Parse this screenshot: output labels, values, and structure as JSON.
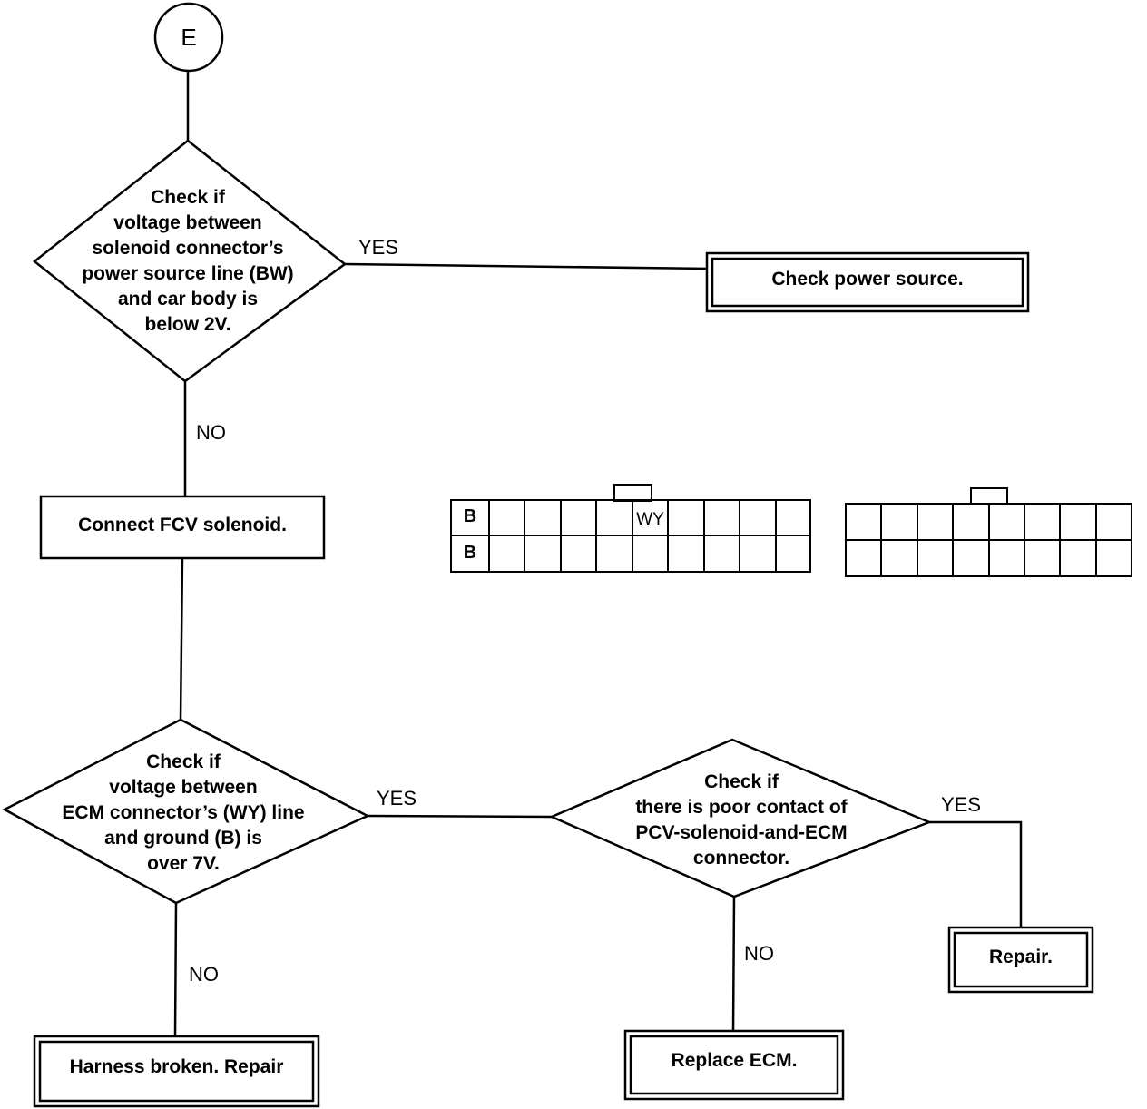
{
  "start": {
    "label": "E"
  },
  "decision_1": {
    "lines": [
      "Check if",
      "voltage between",
      "solenoid connector’s",
      "power source line (BW)",
      "and car body is",
      "below 2V."
    ],
    "yes_label": "YES",
    "no_label": "NO"
  },
  "box_power": {
    "label": "Check power source."
  },
  "box_connect": {
    "label": "Connect FCV solenoid."
  },
  "decision_2": {
    "lines": [
      "Check if",
      "voltage between",
      "ECM connector’s (WY) line",
      "and ground (B) is",
      "over 7V."
    ],
    "yes_label": "YES",
    "no_label": "NO"
  },
  "decision_3": {
    "lines": [
      "Check if",
      "there is poor contact of",
      "PCV-solenoid-and-ECM",
      "connector."
    ],
    "yes_label": "YES",
    "no_label": "NO"
  },
  "box_harness": {
    "label": "Harness broken. Repair"
  },
  "box_replace": {
    "label": "Replace ECM."
  },
  "box_repair": {
    "label": "Repair."
  },
  "connector_left": {
    "pin_b_top": "B",
    "pin_b_bottom": "B",
    "pin_wy": "WY"
  },
  "colors": {
    "ink": "#000000",
    "paper": "#ffffff"
  }
}
